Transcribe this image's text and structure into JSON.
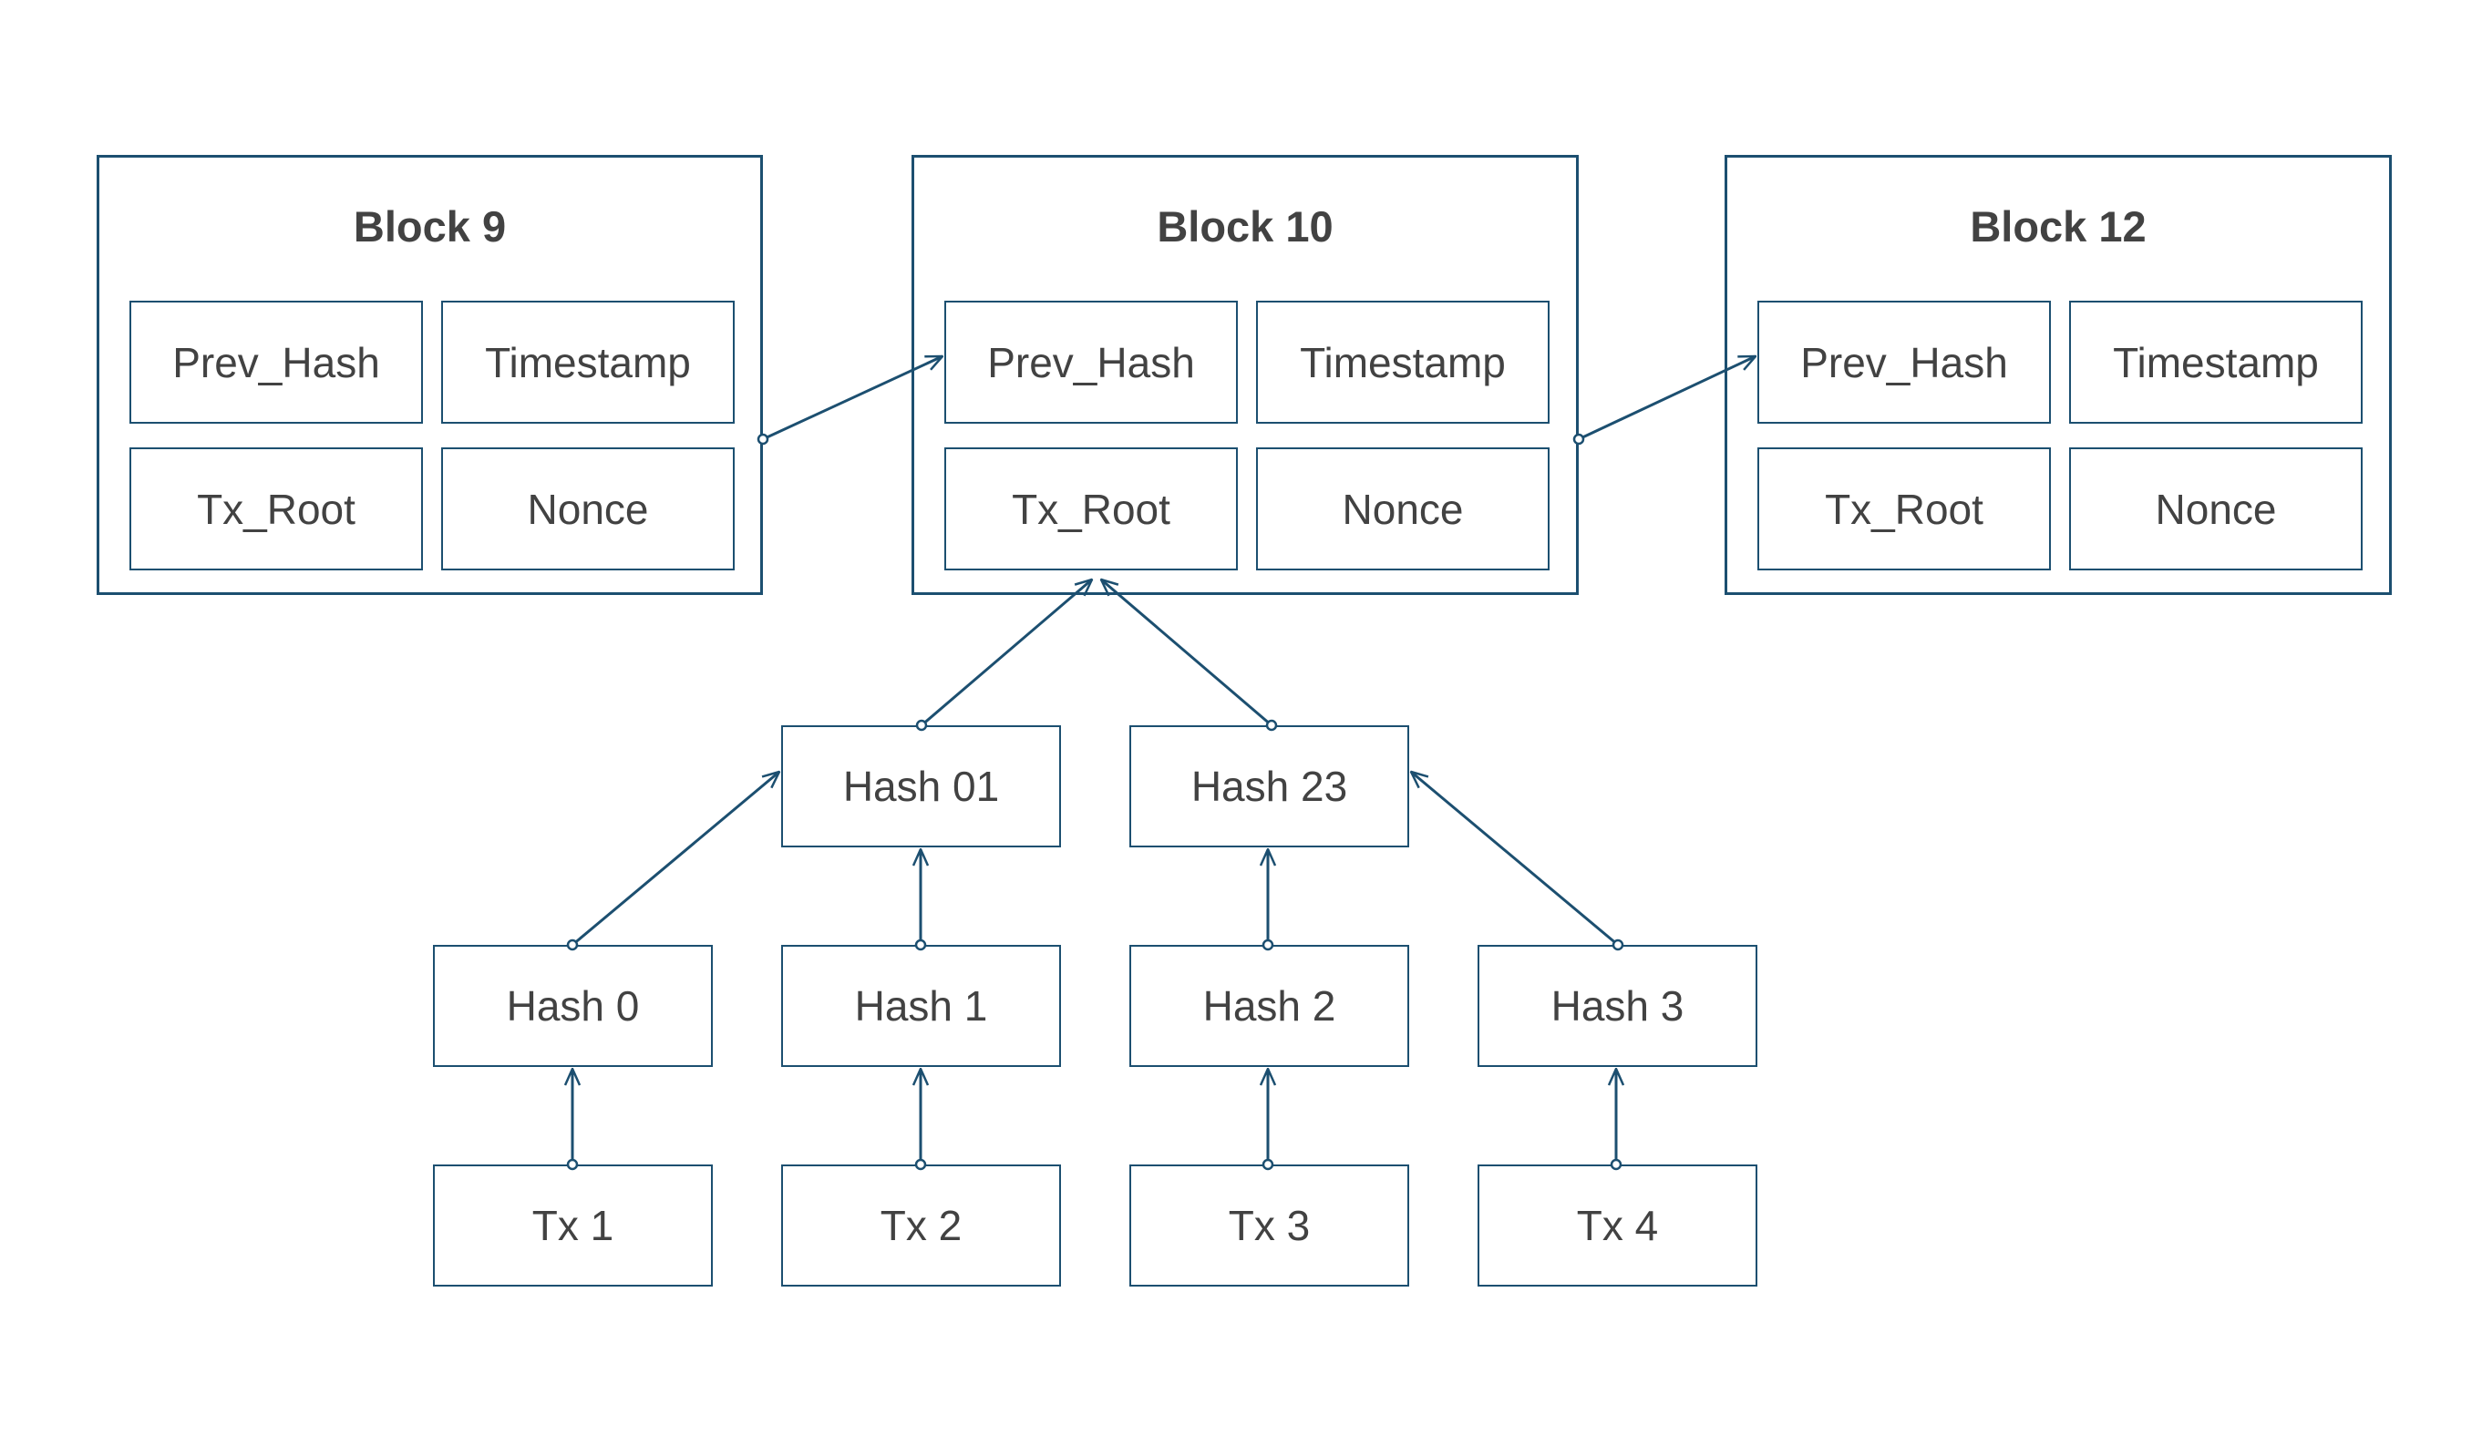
{
  "diagram": {
    "stroke_color": "#1c4f70",
    "text_color": "#424242",
    "blocks": [
      {
        "id": "block-9",
        "title": "Block 9",
        "fields": [
          "Prev_Hash",
          "Timestamp",
          "Tx_Root",
          "Nonce"
        ]
      },
      {
        "id": "block-10",
        "title": "Block 10",
        "fields": [
          "Prev_Hash",
          "Timestamp",
          "Tx_Root",
          "Nonce"
        ]
      },
      {
        "id": "block-12",
        "title": "Block 12",
        "fields": [
          "Prev_Hash",
          "Timestamp",
          "Tx_Root",
          "Nonce"
        ]
      }
    ],
    "tree": {
      "level2": [
        "Hash 01",
        "Hash 23"
      ],
      "level1": [
        "Hash 0",
        "Hash 1",
        "Hash 2",
        "Hash 3"
      ],
      "transactions": [
        "Tx 1",
        "Tx 2",
        "Tx 3",
        "Tx 4"
      ]
    },
    "edges": [
      [
        "block-9",
        "block-10.prev_hash"
      ],
      [
        "block-10",
        "block-12.prev_hash"
      ],
      [
        "hash-01",
        "block-10.tx_root"
      ],
      [
        "hash-23",
        "block-10.tx_root"
      ],
      [
        "hash-0",
        "hash-01"
      ],
      [
        "hash-1",
        "hash-01"
      ],
      [
        "hash-2",
        "hash-23"
      ],
      [
        "hash-3",
        "hash-23"
      ],
      [
        "tx-1",
        "hash-0"
      ],
      [
        "tx-2",
        "hash-1"
      ],
      [
        "tx-3",
        "hash-2"
      ],
      [
        "tx-4",
        "hash-3"
      ]
    ]
  }
}
